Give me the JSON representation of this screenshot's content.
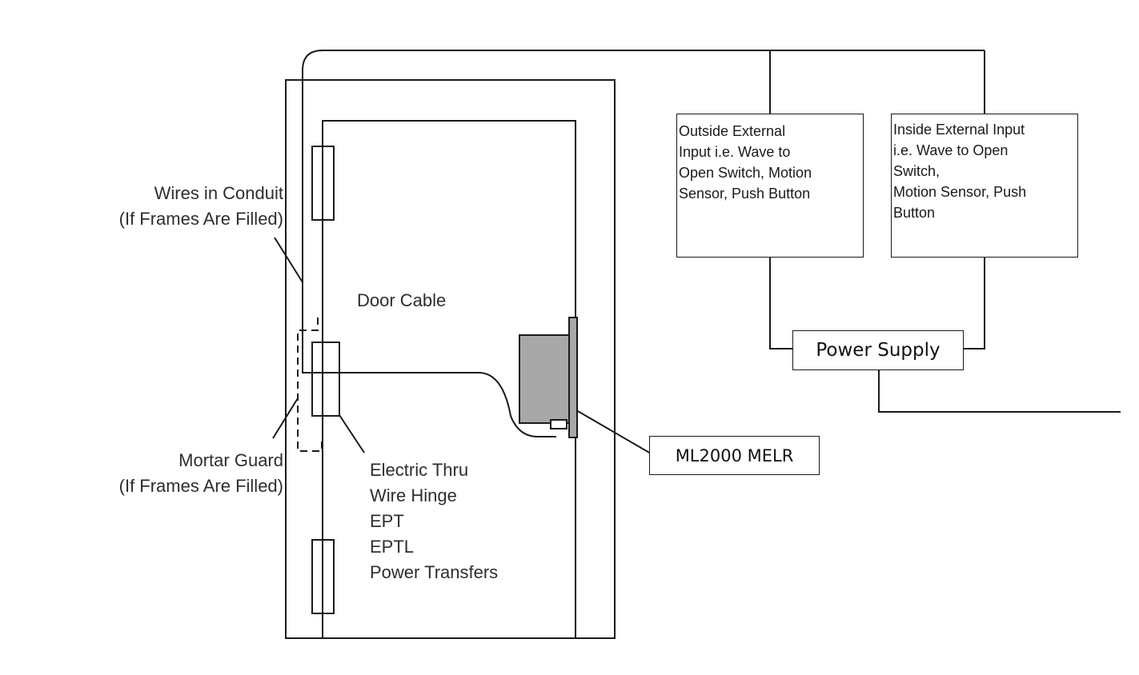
{
  "labels": {
    "wires_conduit": [
      "Wires in Conduit",
      "(If Frames Are Filled)"
    ],
    "mortar_guard": [
      "Mortar Guard",
      "(If Frames Are Filled)"
    ],
    "door_cable": "Door Cable",
    "hinge_list": [
      "Electric Thru",
      "Wire Hinge",
      "EPT",
      "EPTL",
      "Power Transfers"
    ],
    "lock_model": "ML2000 MELR"
  },
  "boxes": {
    "outside_input": [
      "Outside External",
      "Input i.e. Wave to",
      "Open Switch, Motion",
      "Sensor, Push Button"
    ],
    "inside_input": [
      "Inside External Input",
      "i.e. Wave to Open",
      "Switch,",
      "Motion Sensor, Push",
      "Button"
    ],
    "power_supply": "Power Supply"
  }
}
